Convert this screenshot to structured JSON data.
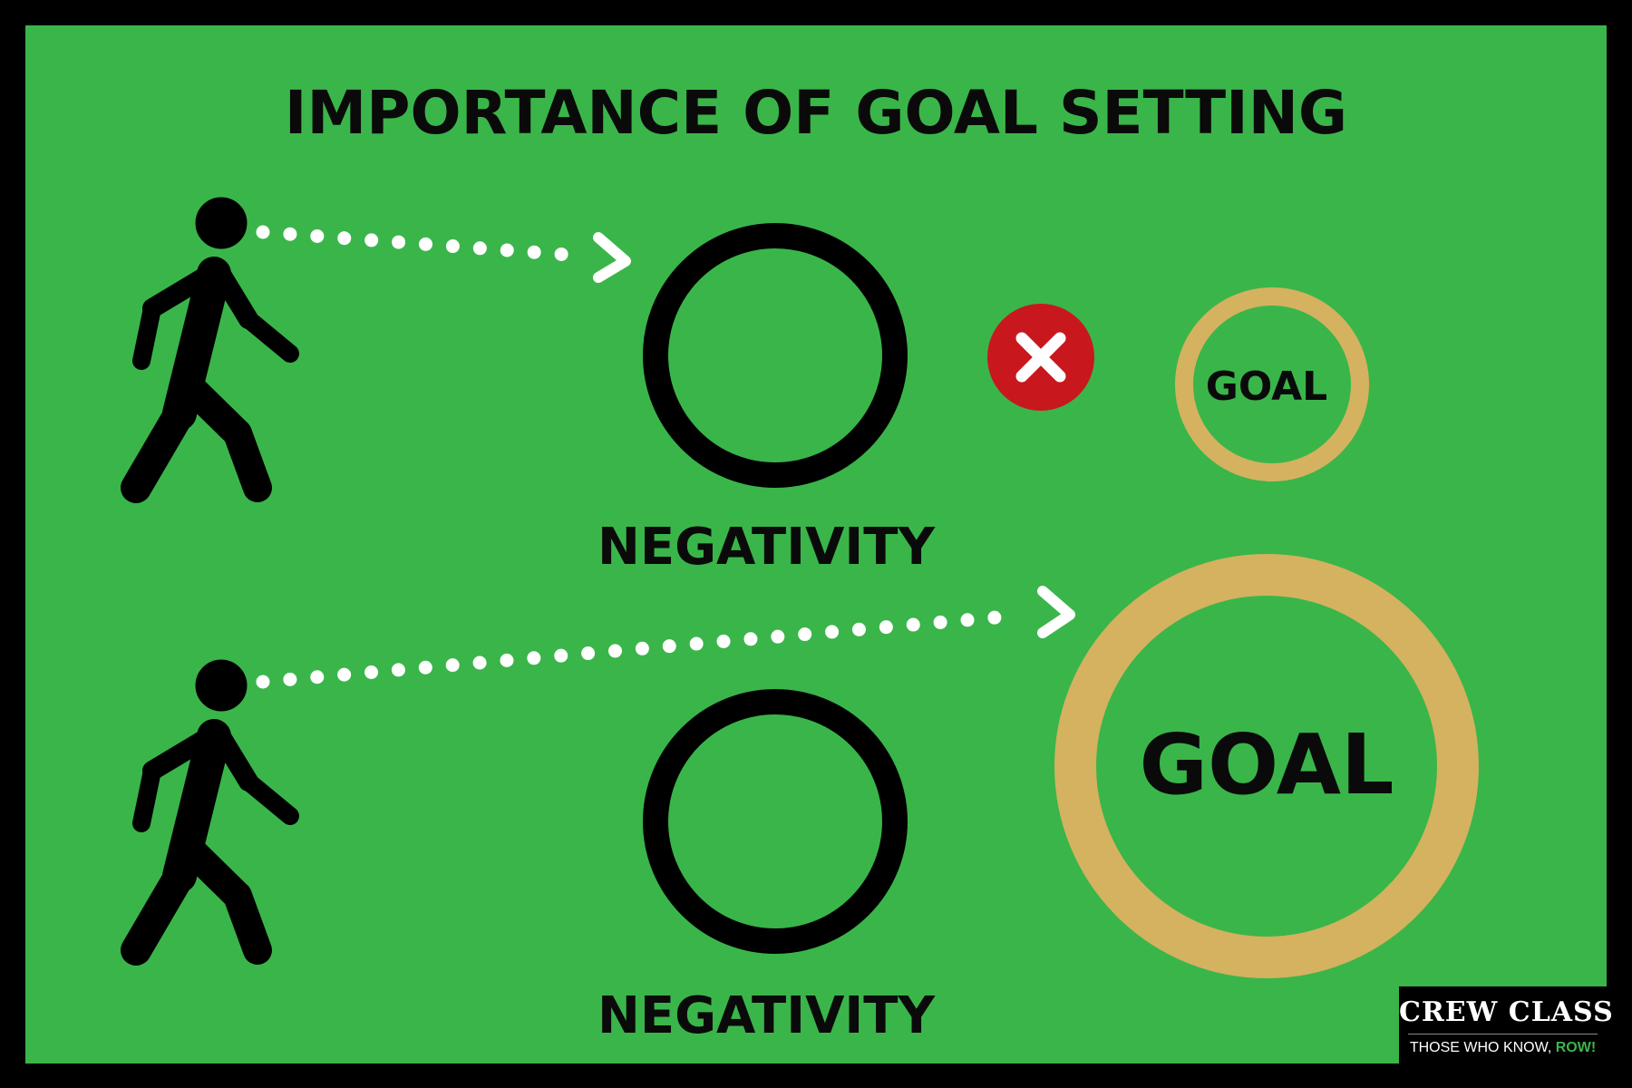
{
  "title": "IMPORTANCE OF GOAL SETTING",
  "scenarios": {
    "top": {
      "obstacle_label": "NEGATIVITY",
      "goal_label": "GOAL",
      "blocked": true
    },
    "bottom": {
      "obstacle_label": "NEGATIVITY",
      "goal_label": "GOAL",
      "blocked": false
    }
  },
  "brand": {
    "name": "CREW CLASS",
    "tagline_prefix": "THOSE WHO KNOW,",
    "tagline_accent": "ROW!"
  },
  "colors": {
    "background": "#3ab54a",
    "frame": "#000000",
    "goal_ring": "#d4b25f",
    "obstacle_ring": "#000000",
    "blocked_icon": "#c8181e",
    "gaze_dots": "#ffffff",
    "brand_accent": "#3ab54a"
  },
  "icons": {
    "person": "walking-person-icon",
    "blocked": "red-x-circle-icon",
    "gaze": "dotted-arrow-icon"
  }
}
